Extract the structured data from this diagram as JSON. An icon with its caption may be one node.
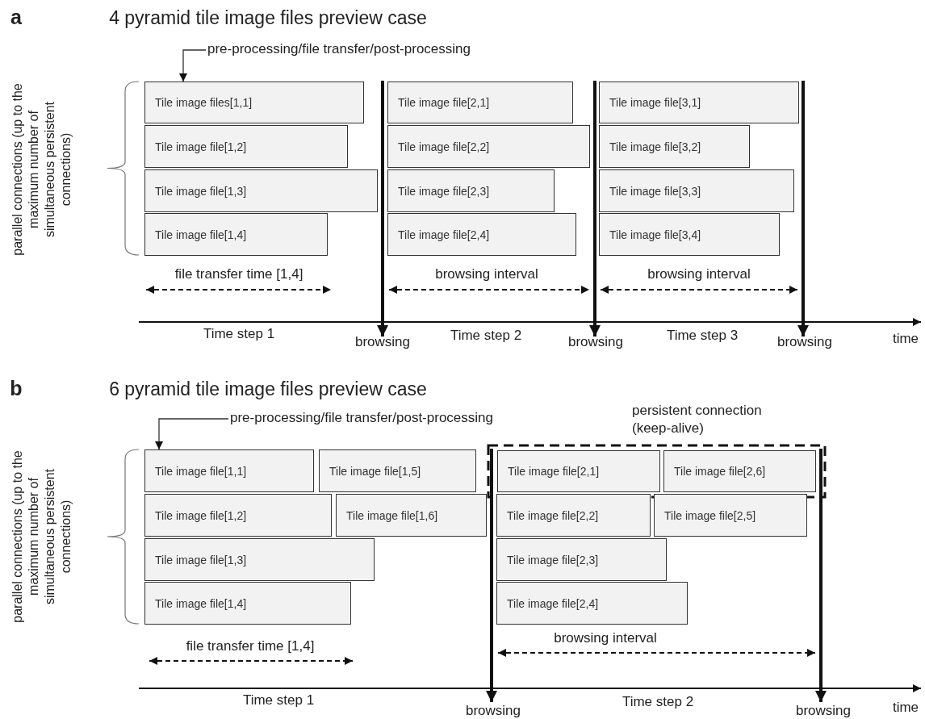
{
  "diagram": {
    "nodes": [
      {
        "text": [
          "pre-processing/file transfer/post-processing"
        ]
      },
      {
        "text": [
          "Tile image files[1,1]"
        ]
      },
      {
        "text": [
          "Tile image file[2,1]"
        ]
      },
      {
        "text": [
          "Tile image file[3,1]"
        ]
      },
      {
        "text": [
          "Tile image file[1,2]"
        ]
      },
      {
        "text": [
          "Tile image file[2,2]"
        ]
      },
      {
        "text": [
          "Tile image file[3,2]"
        ]
      },
      {
        "text": [
          "Tile image file[1,3]"
        ]
      },
      {
        "text": [
          "Tile image file[2,3]"
        ]
      },
      {
        "text": [
          "Tile image file[3,3]"
        ]
      },
      {
        "text": [
          "Tile image file[1,4]"
        ]
      },
      {
        "text": [
          "Tile image file[2,4]"
        ]
      },
      {
        "text": [
          "Tile image file[3,4]"
        ]
      },
      {
        "text": [
          "pre-processing/file transfer/post-processing"
        ]
      },
      {
        "text": [
          "Tile image file[1,1]"
        ]
      },
      {
        "text": [
          "Tile image file[1,5]"
        ]
      },
      {
        "text": [
          "persistent connection (keep-alive)"
        ]
      },
      {
        "text": [
          "Tile image file[2,1]"
        ],
        "in": 16
      },
      {
        "text": [
          "Tile image file[2,6]"
        ],
        "in": 16
      },
      {
        "text": [
          "Tile image file[1,2]"
        ]
      },
      {
        "text": [
          "Tile image file[1,6]"
        ]
      },
      {
        "text": [
          "Tile image file[2,2]"
        ]
      },
      {
        "text": [
          "Tile image file[2,5]"
        ]
      },
      {
        "text": [
          "Tile image file[1,3]"
        ]
      },
      {
        "text": [
          "Tile image file[2,3]"
        ]
      },
      {
        "text": [
          "Tile image file[1,4]"
        ]
      },
      {
        "text": [
          "Tile image file[2,4]"
        ]
      }
    ],
    "edges": [
      {
        "from": 0,
        "to": 1,
        "arrow": "to"
      },
      {
        "from": 13,
        "to": 14,
        "arrow": "to"
      }
    ],
    "labels": [
      "a",
      "4 pyramid tile image files preview case",
      "parallel connections (up to the maximum number of simultaneous persistent connections)",
      "file transfer time [1,4]",
      "browsing interval",
      "browsing interval",
      "Time step 1",
      "browsing",
      "Time step 2",
      "browsing",
      "Time step 3",
      "browsing",
      "time",
      "b",
      "6 pyramid tile image files preview case",
      "parallel connections (up to the maximum number of simultaneous persistent connections)",
      "file transfer time [1,4]",
      "browsing interval",
      "Time step 1",
      "browsing",
      "Time step 2",
      "browsing",
      "time"
    ]
  }
}
